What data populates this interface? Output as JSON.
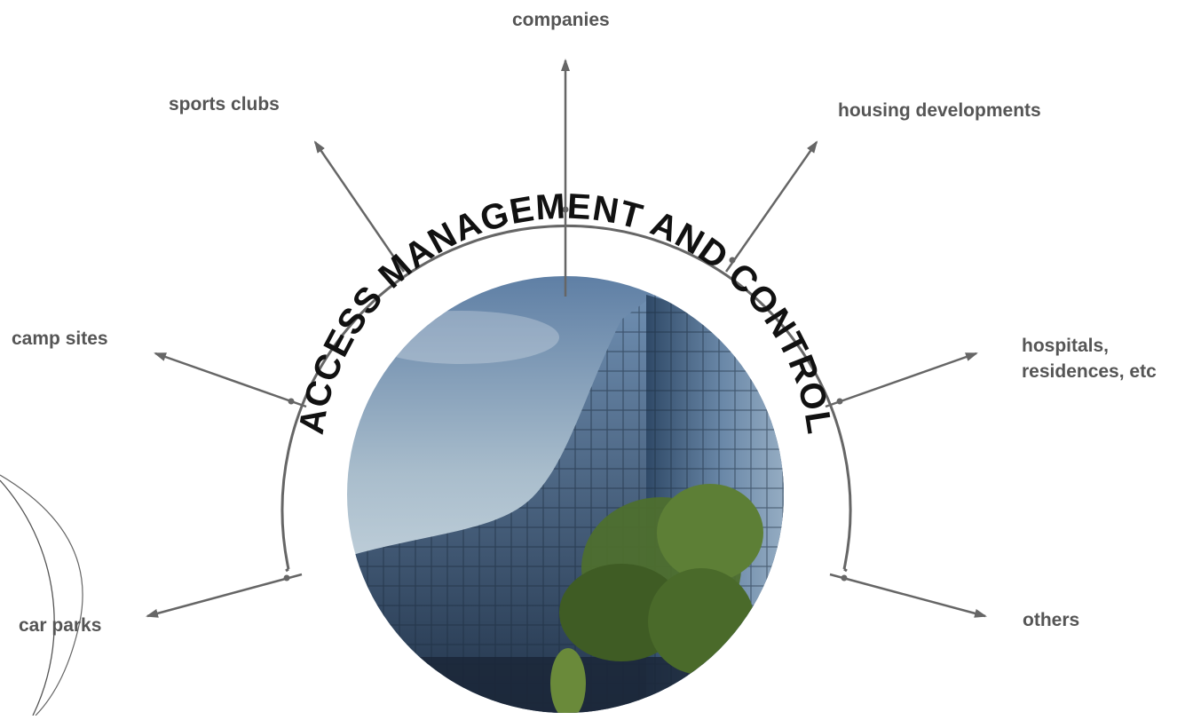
{
  "diagram": {
    "center_title": "ACCESS MANAGEMENT AND CONTROL",
    "targets": [
      {
        "id": "companies",
        "label": "companies"
      },
      {
        "id": "sports-clubs",
        "label": "sports clubs"
      },
      {
        "id": "housing-developments",
        "label": "housing developments"
      },
      {
        "id": "camp-sites",
        "label": "camp sites"
      },
      {
        "id": "hospitals",
        "label_line1": "hospitals,",
        "label_line2": "residences, etc"
      },
      {
        "id": "car-parks",
        "label": "car parks"
      },
      {
        "id": "others",
        "label": "others"
      }
    ]
  },
  "colors": {
    "ring": "#666666",
    "arrow": "#666666",
    "label": "#555555",
    "title": "#111111",
    "sky_top": "#5d7ea4",
    "sky_bottom": "#e3ebee",
    "glass": "#3c5878",
    "tree": "#4e6f2e"
  },
  "icons": {
    "photo": "glass-office-building-photo",
    "arrowhead": "arrowhead-icon"
  }
}
